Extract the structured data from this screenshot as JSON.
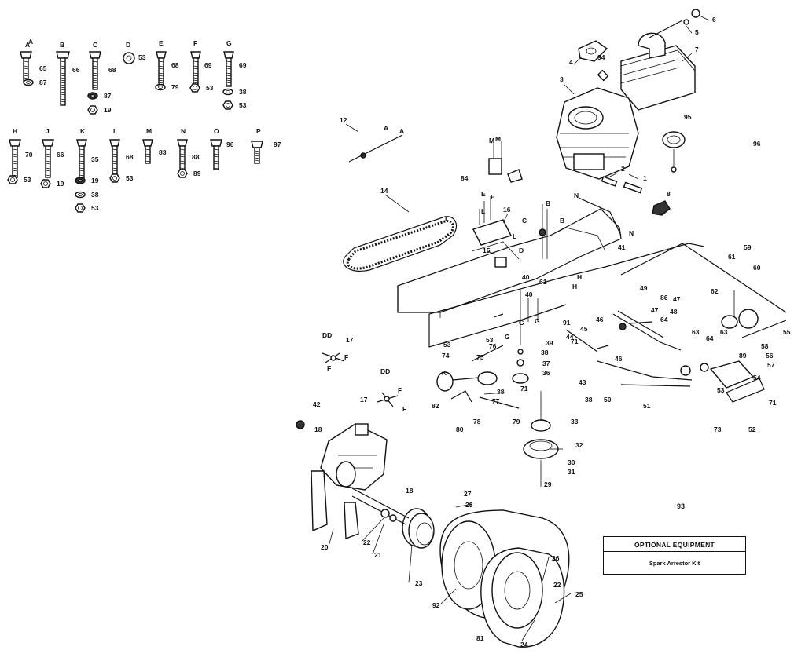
{
  "hardware": [
    {
      "letter": "A",
      "numbers": [
        "65",
        "87"
      ]
    },
    {
      "letter": "B",
      "numbers": [
        "66"
      ]
    },
    {
      "letter": "C",
      "numbers": [
        "68",
        "87",
        "19"
      ]
    },
    {
      "letter": "D",
      "numbers": [
        "53"
      ]
    },
    {
      "letter": "E",
      "numbers": [
        "68",
        "79"
      ]
    },
    {
      "letter": "F",
      "numbers": [
        "69",
        "53"
      ]
    },
    {
      "letter": "G",
      "numbers": [
        "69",
        "38",
        "53"
      ]
    },
    {
      "letter": "H",
      "numbers": [
        "70",
        "53"
      ]
    },
    {
      "letter": "J",
      "numbers": [
        "66",
        "19"
      ]
    },
    {
      "letter": "K",
      "numbers": [
        "35",
        "19",
        "38",
        "53"
      ]
    },
    {
      "letter": "L",
      "numbers": [
        "68",
        "53"
      ]
    },
    {
      "letter": "M",
      "numbers": [
        "83"
      ]
    },
    {
      "letter": "N",
      "numbers": [
        "88",
        "89"
      ]
    },
    {
      "letter": "O",
      "numbers": [
        "96"
      ]
    },
    {
      "letter": "P",
      "numbers": [
        "97"
      ]
    }
  ],
  "callouts": [
    "1",
    "2",
    "3",
    "4",
    "5",
    "6",
    "7",
    "8",
    "12",
    "14",
    "15",
    "16",
    "17",
    "17",
    "18",
    "18",
    "20",
    "21",
    "22",
    "22",
    "23",
    "24",
    "25",
    "26",
    "27",
    "28",
    "29",
    "30",
    "31",
    "32",
    "33",
    "36",
    "37",
    "38",
    "38",
    "38",
    "39",
    "40",
    "40",
    "41",
    "42",
    "43",
    "44",
    "45",
    "46",
    "46",
    "47",
    "47",
    "48",
    "49",
    "50",
    "51",
    "52",
    "53",
    "53",
    "53",
    "54",
    "55",
    "56",
    "57",
    "58",
    "59",
    "60",
    "61",
    "61",
    "62",
    "63",
    "63",
    "64",
    "64",
    "71",
    "71",
    "71",
    "73",
    "74",
    "75",
    "76",
    "77",
    "78",
    "79",
    "80",
    "81",
    "82",
    "84",
    "86",
    "89",
    "91",
    "92",
    "94",
    "95",
    "96"
  ],
  "labels_letters": [
    "A",
    "A",
    "A",
    "B",
    "B",
    "C",
    "D",
    "DD",
    "DD",
    "E",
    "E",
    "F",
    "F",
    "F",
    "F",
    "G",
    "G",
    "G",
    "H",
    "H",
    "K",
    "L",
    "L",
    "L",
    "M",
    "M",
    "N",
    "N"
  ],
  "optional": {
    "number": "93",
    "title": "OPTIONAL EQUIPMENT",
    "item": "Spark Arrestor Kit"
  }
}
